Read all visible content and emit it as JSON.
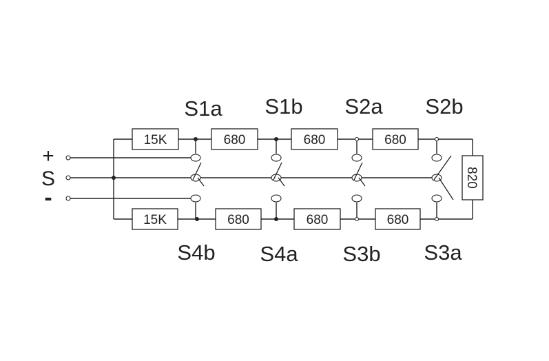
{
  "terminals": {
    "plus": "+",
    "signal": "S",
    "minus": "-"
  },
  "switch_labels": {
    "top": [
      "S1a",
      "S1b",
      "S2a",
      "S2b"
    ],
    "bottom": [
      "S4b",
      "S4a",
      "S3b",
      "S3a"
    ]
  },
  "resistors": {
    "top": [
      "15K",
      "680",
      "680",
      "680"
    ],
    "bottom": [
      "15K",
      "680",
      "680",
      "680"
    ],
    "end": "820"
  }
}
